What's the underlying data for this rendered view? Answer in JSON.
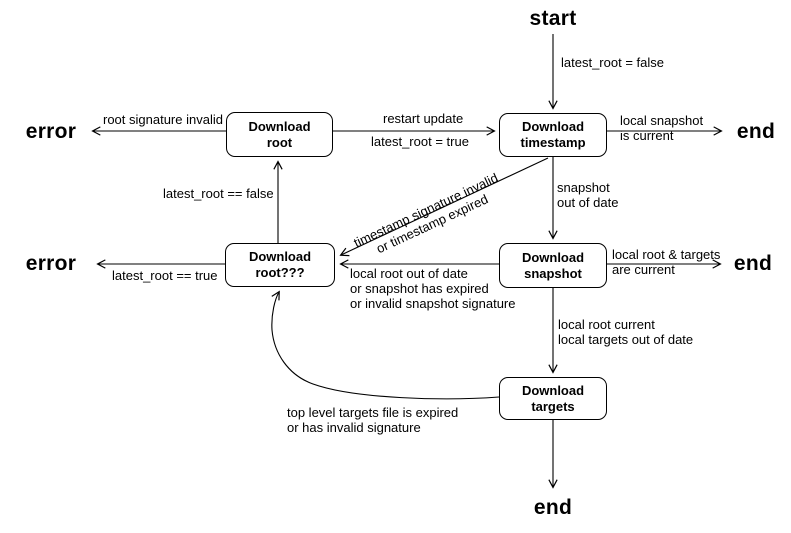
{
  "canvas": {
    "background": "#ffffff",
    "stroke_color": "#000000",
    "text_color": "#000000"
  },
  "nodes": {
    "root": {
      "label": "Download\nroot"
    },
    "timestamp": {
      "label": "Download\ntimestamp"
    },
    "root_retry": {
      "label": "Download\nroot???"
    },
    "snapshot": {
      "label": "Download\nsnapshot"
    },
    "targets": {
      "label": "Download\ntargets"
    }
  },
  "terminals": {
    "start": "start",
    "end_top": "end",
    "end_middle": "end",
    "end_bottom": "end",
    "error_top": "error",
    "error_middle": "error"
  },
  "edges": {
    "start_to_timestamp": {
      "label": "latest_root = false"
    },
    "root_to_timestamp": {
      "label_top": "restart update",
      "label_bottom": "latest_root = true"
    },
    "root_to_error": {
      "label": "root signature invalid"
    },
    "timestamp_to_end": {
      "label": "local snapshot\nis current"
    },
    "timestamp_to_snapshot": {
      "label": "snapshot\nout of date"
    },
    "timestamp_to_root_retry": {
      "label": "timestamp signature invalid\nor timestamp expired"
    },
    "root_retry_to_error": {
      "label": "latest_root == true"
    },
    "root_retry_to_root": {
      "label": "latest_root == false"
    },
    "snapshot_to_root_retry": {
      "label": "local root out of date\nor snapshot has expired\nor invalid snapshot signature"
    },
    "snapshot_to_end": {
      "label": "local root & targets\nare current"
    },
    "snapshot_to_targets": {
      "label": "local root current\nlocal targets out of date"
    },
    "targets_to_root_retry": {
      "label": "top level targets file is expired\nor has invalid signature"
    },
    "targets_to_end": {
      "label": ""
    }
  }
}
